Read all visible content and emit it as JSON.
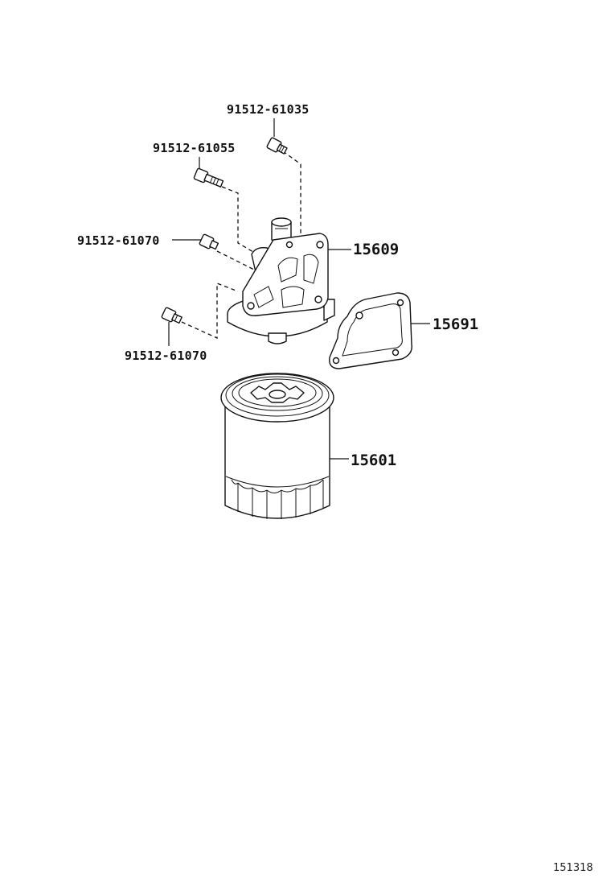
{
  "diagram": {
    "labels": {
      "bolt_top": "91512-61035",
      "bolt_upper": "91512-61055",
      "bolt_middle": "91512-61070",
      "bolt_lower": "91512-61070",
      "bracket": "15609",
      "gasket": "15691",
      "filter": "15601"
    },
    "illustration_code": "151318",
    "line_color": "#111111",
    "background_color": "#ffffff"
  }
}
